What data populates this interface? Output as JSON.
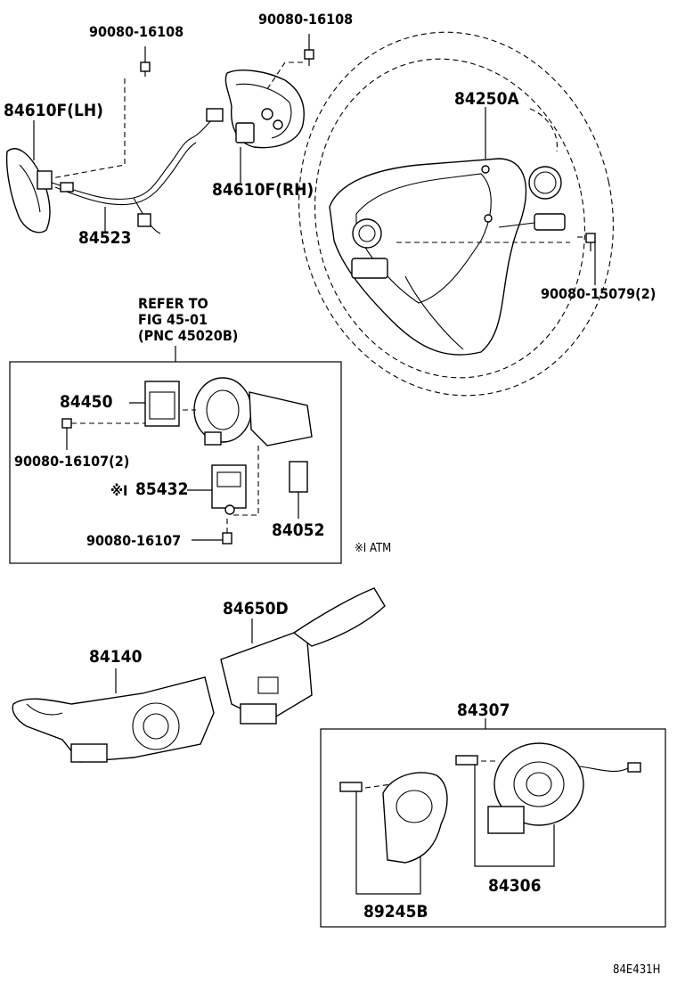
{
  "labels": {
    "bolt_top_left": "90080-16108",
    "bolt_top_mid": "90080-16108",
    "switch_lh": "84610F(LH)",
    "switch_rh": "84610F(RH)",
    "wheel": "84250A",
    "harness": "84523",
    "bolt_wheel": "90080-15079(2)",
    "refer_line1": "REFER TO",
    "refer_line2": "FIG 45-01",
    "refer_line3": "(PNC 45020B)",
    "ignition": "84450",
    "bolt_ign": "90080-16107(2)",
    "solenoid": "85432",
    "solenoid_mark": "※I",
    "bolt_sol": "90080-16107",
    "switch_84052": "84052",
    "atm_note": "※I ATM",
    "wiper_switch": "84650D",
    "light_switch": "84140",
    "spiral_assy": "84307",
    "spiral_cable": "84306",
    "sensor": "89245B",
    "figure_code": "84E431H"
  }
}
